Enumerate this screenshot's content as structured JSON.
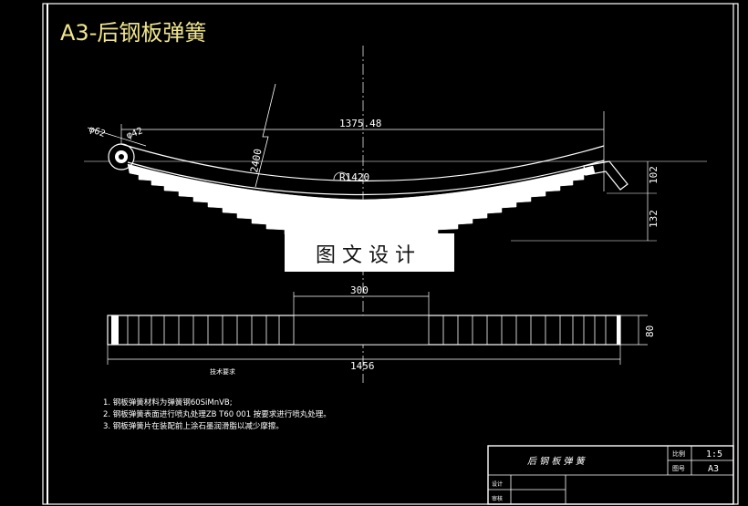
{
  "drawing": {
    "title": "A3-后钢板弹簧",
    "watermark": "图 文 设 计",
    "colors": {
      "background": "#000000",
      "line": "#ffffff",
      "title": "#f0e68c"
    }
  },
  "side_view": {
    "dim_span": "1375.48",
    "dim_radius": "R1420",
    "dim_leaf": "2400",
    "dim_eye_outer": "φ62",
    "dim_eye_inner": "φ42",
    "dim_height_upper": "102",
    "dim_height_lower": "132"
  },
  "plan_view": {
    "dim_center": "300",
    "dim_width": "80",
    "dim_total": "1456",
    "note_under": "技术要求"
  },
  "notes": {
    "line1": "1. 钢板弹簧材料为弹簧钢60SiMnVB;",
    "line2": "2. 钢板弹簧表面进行喷丸处理ZB T60 001  按要求进行喷丸处理。",
    "line3": "3. 钢板弹簧片在装配前上涂石墨润滑脂以减少摩擦。"
  },
  "title_block": {
    "part_name": "后 钢 板 弹 簧",
    "scale_label": "比例",
    "scale_value": "1:5",
    "sheet_label": "图号",
    "sheet_value": "A3",
    "designer_label": "设计",
    "checker_label": "审核"
  }
}
